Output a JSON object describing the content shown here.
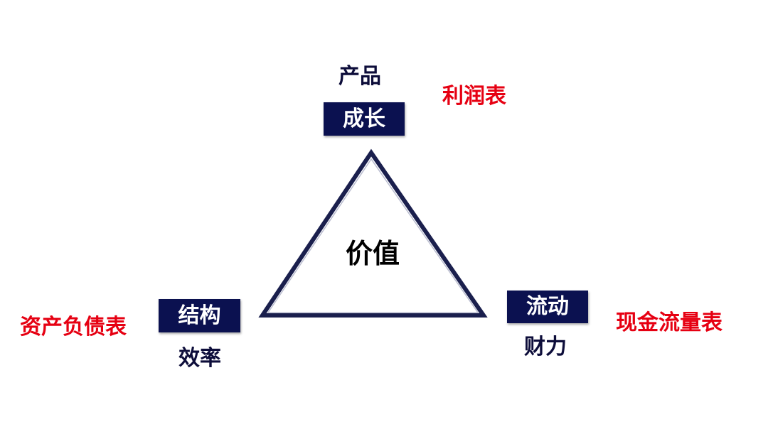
{
  "diagram": {
    "center": "价值",
    "top": {
      "upper": "产品",
      "box": "成长",
      "statement": "利润表"
    },
    "left": {
      "box": "结构",
      "lower": "效率",
      "statement": "资产负债表"
    },
    "right": {
      "box": "流动",
      "lower": "财力",
      "statement": "现金流量表"
    },
    "colors": {
      "box_fill": "#0b1150",
      "dark_text": "#0d0d3a",
      "statement_text": "#e60012",
      "triangle_stroke": "#1a1f4d"
    }
  }
}
